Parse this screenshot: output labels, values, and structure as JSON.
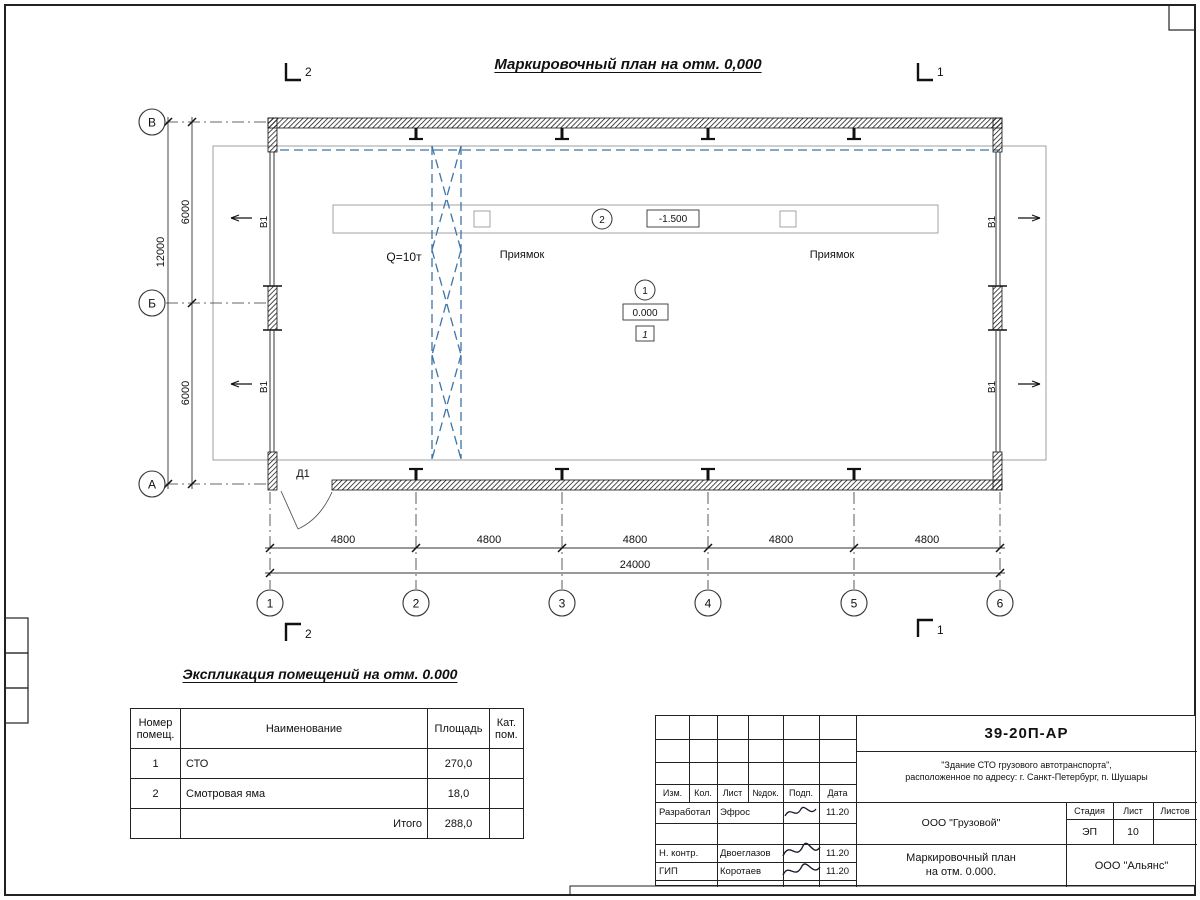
{
  "title": "Маркировочный план на отм. 0,000",
  "colors": {
    "crane_dash": "#3E74A8"
  },
  "plan": {
    "axis_rows": [
      "В",
      "Б",
      "А"
    ],
    "axis_cols": [
      "1",
      "2",
      "3",
      "4",
      "5",
      "6"
    ],
    "dim_v": [
      "6000",
      "6000"
    ],
    "dim_v_total": "12000",
    "dim_h": [
      "4800",
      "4800",
      "4800",
      "4800",
      "4800"
    ],
    "dim_h_total": "24000",
    "section_left": "2",
    "section_right": "1",
    "crane_label": "Q=10т",
    "pit_label": "Приямок",
    "level_marker_num": "2",
    "level_marker_val": "-1.500",
    "room_marker_num": "1",
    "room_marker_val": "0.000",
    "floor_type": "1",
    "window_label": "В1",
    "door_label": "Д1"
  },
  "explication": {
    "title": "Экспликация помещений на отм. 0.000",
    "col_num": "Номер помещ.",
    "col_name": "Наименование",
    "col_area": "Площадь",
    "col_cat": "Кат. пом.",
    "rows": [
      {
        "num": "1",
        "name": "СТО",
        "area": "270,0",
        "cat": ""
      },
      {
        "num": "2",
        "name": "Смотровая яма",
        "area": "18,0",
        "cat": ""
      }
    ],
    "total_label": "Итого",
    "total_value": "288,0"
  },
  "titleblock": {
    "doc_number": "39-20П-АР",
    "project_line1": "\"Здание СТО грузового автотранспорта\",",
    "project_line2": "расположенное по адресу: г. Санкт-Петербург, п. Шушары",
    "hdr": [
      "Изм.",
      "Кол.",
      "Лист",
      "№док.",
      "Подп.",
      "Дата"
    ],
    "sign_rows": [
      {
        "role": "Разработал",
        "name": "Эфрос",
        "date": "11.20"
      },
      {
        "role": "Н. контр.",
        "name": "Двоеглазов",
        "date": "11.20"
      },
      {
        "role": "ГИП",
        "name": "Коротаев",
        "date": "11.20"
      }
    ],
    "org_top": "ООО \"Грузовой\"",
    "stage_label": "Стадия",
    "sheet_label": "Лист",
    "sheets_label": "Листов",
    "stage_value": "ЭП",
    "sheet_value": "10",
    "sheets_value": "",
    "title_line1": "Маркировочный план",
    "title_line2": "на отм. 0.000.",
    "org_bottom": "ООО \"Альянс\""
  }
}
